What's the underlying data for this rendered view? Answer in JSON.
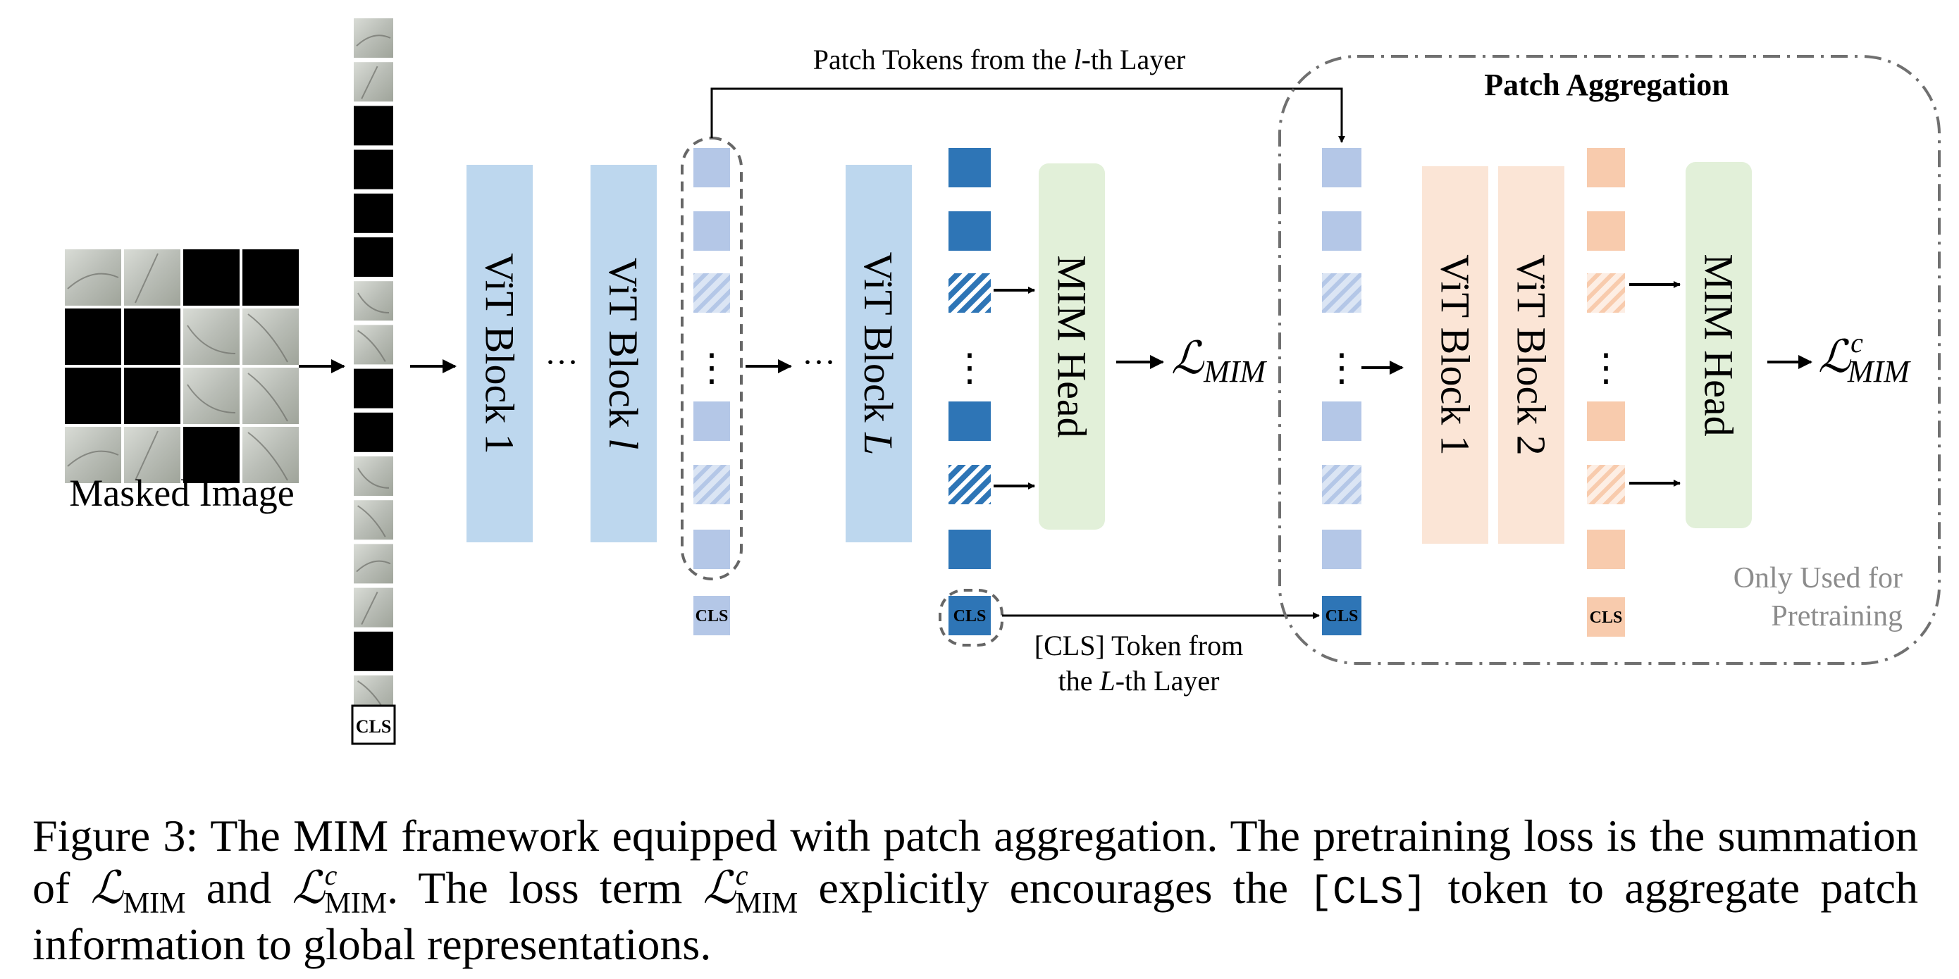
{
  "masked_image": {
    "label": "Masked Image",
    "grid_pattern": [
      [
        "photo",
        "photo",
        "mask",
        "mask"
      ],
      [
        "mask",
        "mask",
        "photo",
        "photo"
      ],
      [
        "mask",
        "mask",
        "photo",
        "photo"
      ],
      [
        "photo",
        "photo",
        "mask",
        "photo"
      ]
    ]
  },
  "token_column": {
    "pattern": [
      "photo",
      "photo",
      "mask",
      "mask",
      "mask",
      "mask",
      "photo",
      "photo",
      "mask",
      "mask",
      "photo",
      "photo",
      "photo",
      "photo",
      "mask",
      "photo"
    ],
    "cls_label": "CLS"
  },
  "blocks": {
    "vit_block_1": "ViT Block 1",
    "vit_block_l": "ViT Block",
    "vit_block_l_var": "l",
    "vit_block_L": "ViT Block",
    "vit_block_L_var": "L",
    "mim_head": "MIM Head",
    "agg_vit_block_1": "ViT Block 1",
    "agg_vit_block_2": "ViT Block 2",
    "agg_mim_head": "MIM Head"
  },
  "ellipses": {
    "horizontal": "···",
    "vertical": "⋮"
  },
  "labels": {
    "patch_tokens_prefix": "Patch Tokens from the ",
    "patch_tokens_var": "l",
    "patch_tokens_suffix": "-th Layer",
    "cls_token_line1": "[CLS] Token from",
    "cls_token_line2_prefix": "the ",
    "cls_token_line2_var": "L",
    "cls_token_line2_suffix": "-th Layer",
    "patch_aggregation": "Patch Aggregation",
    "only_used_line1": "Only Used for",
    "only_used_line2": "Pretraining",
    "cls_label": "CLS"
  },
  "losses": {
    "symbol": "ℒ",
    "mim_sub": "MIM",
    "agg_sup": "c"
  },
  "caption": {
    "p1": "Figure 3: The MIM framework equipped with patch aggregation. The pretraining loss is the summation of ",
    "p2": " and ",
    "p3": ". The loss term ",
    "p4": " explicitly encourages the ",
    "code": "[CLS]",
    "p5": " token to aggregate patch information to global representations.",
    "loss_symbol": "ℒ",
    "sub": "MIM",
    "sup": "c"
  },
  "colors": {
    "vit_blue_block": "#bdd7ee",
    "light_token": "#b4c7e7",
    "dark_token": "#2e75b6",
    "mim_head_green": "#e2f0d9",
    "orange_block": "#fbe5d6",
    "orange_token": "#f8cbad",
    "dashed_gray": "#666666"
  }
}
